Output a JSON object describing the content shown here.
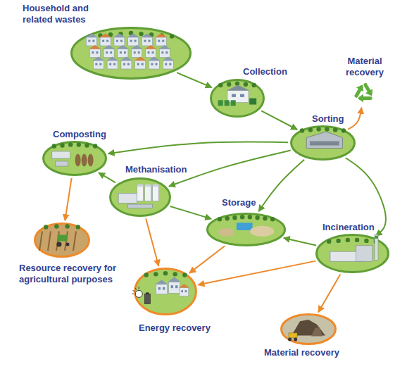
{
  "diagram": {
    "nodes": [
      {
        "text": [
          "Household and related wastes"
        ]
      },
      {
        "text": [
          "Collection"
        ]
      },
      {
        "text": [
          "Material recovery"
        ]
      },
      {
        "text": [
          "Sorting"
        ]
      },
      {
        "text": [
          "Composting"
        ]
      },
      {
        "text": [
          "Methanisation"
        ]
      },
      {
        "text": [
          "Storage"
        ]
      },
      {
        "text": [
          "Incineration"
        ]
      },
      {
        "text": [
          "Resource recovery for agricultural purposes"
        ]
      },
      {
        "text": [
          "Energy recovery"
        ]
      },
      {
        "text": [
          "Material recovery"
        ]
      }
    ],
    "edges": [
      {
        "from": 0,
        "to": 1,
        "arrow": "to"
      },
      {
        "from": 1,
        "to": 3,
        "arrow": "to"
      },
      {
        "from": 3,
        "to": 2,
        "arrow": "to"
      },
      {
        "from": 3,
        "to": 4,
        "arrow": "to"
      },
      {
        "from": 3,
        "to": 5,
        "arrow": "to"
      },
      {
        "from": 3,
        "to": 6,
        "arrow": "to"
      },
      {
        "from": 3,
        "to": 7,
        "arrow": "to"
      },
      {
        "from": 5,
        "to": 4,
        "arrow": "to"
      },
      {
        "from": 5,
        "to": 6,
        "arrow": "to"
      },
      {
        "from": 5,
        "to": 9,
        "arrow": "to"
      },
      {
        "from": 6,
        "to": 9,
        "arrow": "to"
      },
      {
        "from": 7,
        "to": 6,
        "arrow": "to"
      },
      {
        "from": 7,
        "to": 9,
        "arrow": "to"
      },
      {
        "from": 7,
        "to": 10,
        "arrow": "to"
      },
      {
        "from": 4,
        "to": 8,
        "arrow": "to"
      }
    ]
  }
}
